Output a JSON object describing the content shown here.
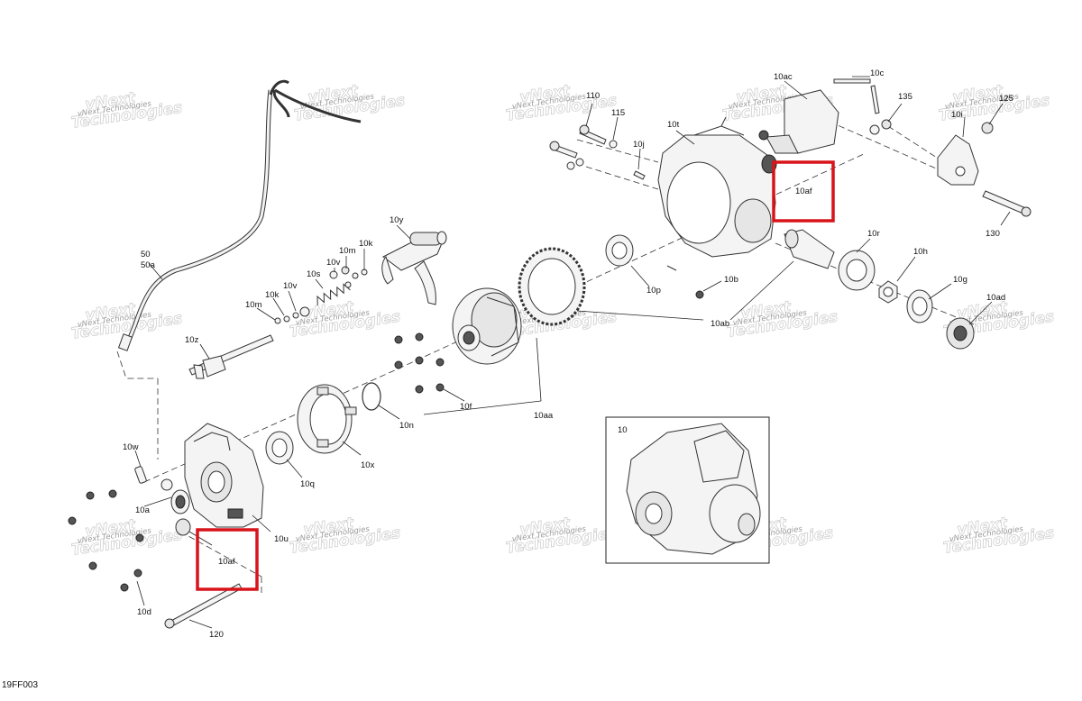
{
  "diagram_code": "19FF003",
  "watermark": {
    "line1": "vNext",
    "line2": "Technologies",
    "small": "vNext Technologies"
  },
  "inset": {
    "label": "10"
  },
  "highlight_colour": "#d8141b",
  "labels": {
    "l10ac": "10ac",
    "l10c": "10c",
    "l110": "110",
    "l115": "115",
    "l10t": "10t",
    "l10j": "10j",
    "l135": "135",
    "l125": "125",
    "l10i": "10i",
    "l10af_top": "10af",
    "l130": "130",
    "l10y": "10y",
    "l10k_a": "10k",
    "l10m_a": "10m",
    "l10v_a": "10v",
    "l10s": "10s",
    "l10k_b": "10k",
    "l10m_b": "10m",
    "l10v_b": "10v",
    "l10z": "10z",
    "l50": "50",
    "l50a": "50a",
    "l10r": "10r",
    "l10h": "10h",
    "l10g": "10g",
    "l10ad": "10ad",
    "l10p": "10p",
    "l10b": "10b",
    "l10ab": "10ab",
    "l10f": "10f",
    "l10aa": "10aa",
    "l10n": "10n",
    "l10x": "10x",
    "l10w": "10w",
    "l10q": "10q",
    "l10a": "10a",
    "l10u": "10u",
    "l10af_bottom": "10af",
    "l10d": "10d",
    "l120": "120"
  }
}
